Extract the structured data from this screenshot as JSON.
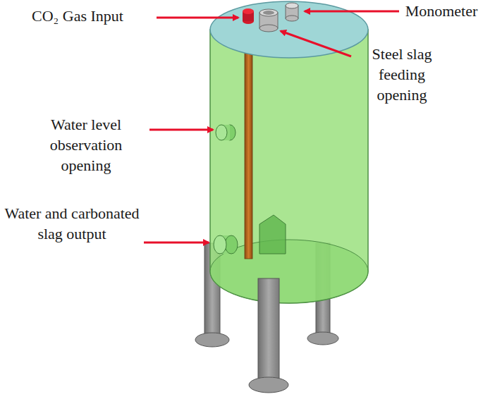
{
  "diagram": {
    "labels": [
      "CO₂ Gas Input",
      "Monometer",
      "Steel slag feeding opening",
      "Water level observation opening",
      "Water and carbonated slag output"
    ]
  }
}
